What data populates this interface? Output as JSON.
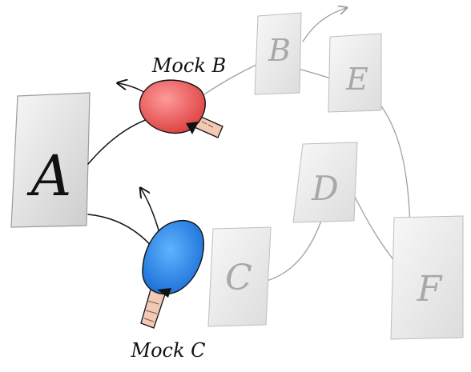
{
  "nodes": {
    "a": "A",
    "b": "B",
    "c": "C",
    "d": "D",
    "e": "E",
    "f": "F"
  },
  "mocks": {
    "mock_b": "Mock B",
    "mock_c": "Mock C"
  },
  "colors": {
    "active_stroke": "#111111",
    "faded_stroke": "#9a9a9a",
    "box_light": "#f4f4f4",
    "box_dark": "#c8c8c8",
    "paddle_red": "#e04a4a",
    "paddle_blue": "#1f7fe8",
    "handle": "#f2c9b4"
  }
}
